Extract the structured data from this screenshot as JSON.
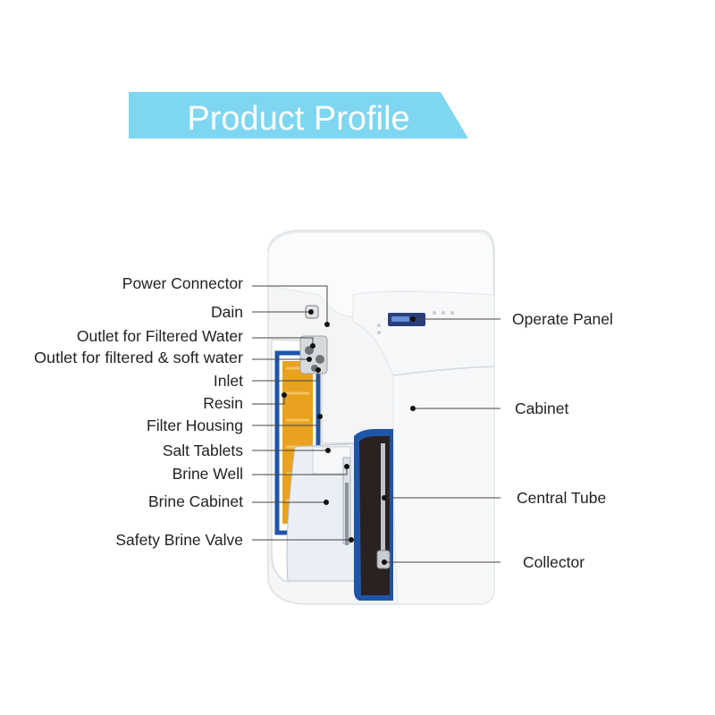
{
  "banner": {
    "title": "Product Profile",
    "color": "#7fd6f0"
  },
  "labels_left": [
    "Power Connector",
    "Dain",
    "Outlet for Filtered Water",
    "Outlet for filtered & soft water",
    "Inlet",
    "Resin",
    "Filter Housing",
    "Salt Tablets",
    "Brine Well",
    "Brine Cabinet",
    "Safety Brine Valve"
  ],
  "labels_right": [
    "Operate Panel",
    "Cabinet",
    "Central Tube",
    "Collector"
  ],
  "colors": {
    "resin": "#e8a21f",
    "housing_blue": "#1d56a8",
    "tank_dark": "#2a2220",
    "cabinet_white": "#f4f5f6",
    "text": "#222222"
  }
}
